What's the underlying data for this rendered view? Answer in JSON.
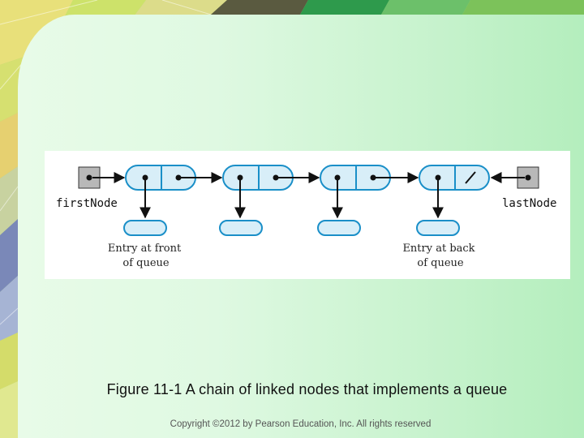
{
  "diagram": {
    "first_pointer_label": "firstNode",
    "last_pointer_label": "lastNode",
    "front_entry_label_line1": "Entry at front",
    "front_entry_label_line2": "of queue",
    "back_entry_label_line1": "Entry at back",
    "back_entry_label_line2": "of queue",
    "node_count": 4,
    "colors": {
      "node_fill": "#d8eef8",
      "node_stroke": "#1a8fc8",
      "pointer_box_fill": "#b8b8b8",
      "arrow": "#111111"
    }
  },
  "caption": "Figure 11-1 A chain of linked nodes that implements a queue",
  "copyright": "Copyright ©2012 by Pearson Education, Inc. All rights reserved"
}
